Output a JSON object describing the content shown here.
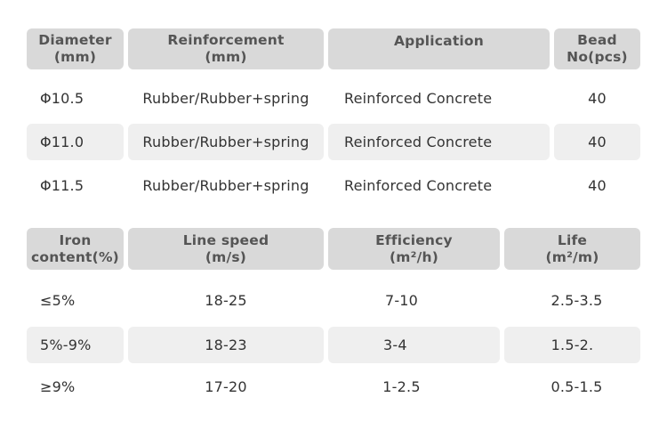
{
  "table1": {
    "headers": [
      {
        "line1": "Diameter",
        "line2": "(mm)"
      },
      {
        "line1": "Reinforcement",
        "line2": "(mm)"
      },
      {
        "line1": "Application",
        "line2": ""
      },
      {
        "line1": "Bead",
        "line2": "No(pcs)"
      }
    ],
    "rows": [
      [
        "Φ10.5",
        "Rubber/Rubber+spring",
        "Reinforced Concrete",
        "40"
      ],
      [
        "Φ11.0",
        "Rubber/Rubber+spring",
        "Reinforced Concrete",
        "40"
      ],
      [
        "Φ11.5",
        "Rubber/Rubber+spring",
        "Reinforced Concrete",
        "40"
      ]
    ]
  },
  "table2": {
    "headers": [
      {
        "line1": "Iron",
        "line2": "content(%)"
      },
      {
        "line1": "Line speed",
        "line2": "(m/s)"
      },
      {
        "line1": "Efficiency",
        "line2": "(m²/h)"
      },
      {
        "line1": "Life",
        "line2": "(m²/m)"
      }
    ],
    "rows": [
      [
        "≤5%",
        "18-25",
        "7-10",
        "2.5-3.5"
      ],
      [
        "5%-9%",
        "18-23",
        "3-4",
        "1.5-2."
      ],
      [
        "≥9%",
        "17-20",
        "1-2.5",
        "0.5-1.5"
      ]
    ]
  },
  "colors": {
    "header_bg": "#d9d9d9",
    "stripe_bg": "#efefef",
    "header_text": "#555555",
    "body_text": "#333333"
  }
}
